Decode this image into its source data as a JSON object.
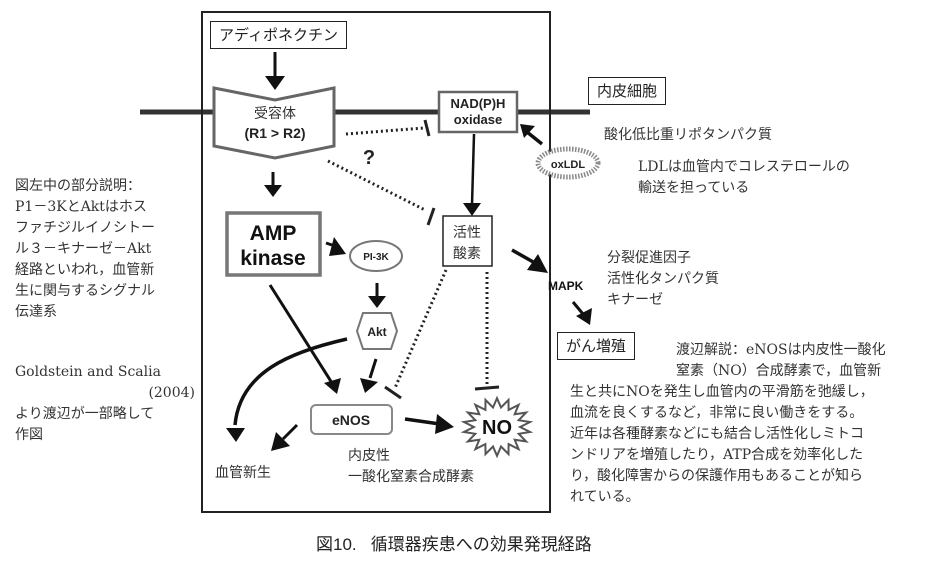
{
  "figure": {
    "caption": "図10.   循環器疾患への効果発現経路"
  },
  "diagram": {
    "nodes": {
      "adiponectin": "アディポネクチン",
      "receptor_jp": "受容体",
      "receptor_sub": "(R1 > R2)",
      "nadph_line1": "NAD(P)H",
      "nadph_line2": "oxidase",
      "endothelial_cell": "内皮細胞",
      "question_mark": "?",
      "oxldl": "oxLDL",
      "amp_line1": "AMP",
      "amp_line2": "kinase",
      "pi3k": "PI-3K",
      "akt": "Akt",
      "ros_line1": "活性",
      "ros_line2": "酸素",
      "mapk": "MAPK",
      "cancer": "がん増殖",
      "enos": "eNOS",
      "no": "NO",
      "angiogenesis": "血管新生",
      "enos_jp_line1": "内皮性",
      "enos_jp_line2": "一酸化窒素合成酵素"
    },
    "annotations": {
      "oxldl_title": "酸化低比重リポタンパク質",
      "oxldl_desc_line1": "LDLは血管内でコレステロールの",
      "oxldl_desc_line2": "輸送を担っている",
      "mapk_desc_line1": "分裂促進因子",
      "mapk_desc_line2": "活性化タンパク質",
      "mapk_desc_line3": "キナーゼ"
    }
  },
  "left_notes": {
    "explanation": [
      "図左中の部分説明：",
      "P1－3KとAktはホス",
      "ファチジルイノシトー",
      "ル３－キナーゼ－Akt",
      "経路といわれ，血管新",
      "生に関与するシグナル",
      "伝達系"
    ],
    "source": [
      "Goldstein and Scalia",
      "(2004)",
      "より渡辺が一部略して",
      "作図"
    ]
  },
  "right_notes": {
    "commentary": [
      "渡辺解説：eNOSは内皮性一酸化",
      "窒素（NO）合成酵素で，血管新",
      "生と共にNOを発生し血管内の平滑筋を弛緩し，",
      "血流を良くするなど，非常に良い働きをする。",
      "近年は各種酵素などにも結合し活性化しミトコ",
      "ンドリアを増殖したり，ATP合成を効率化した",
      "り，酸化障害からの保護作用もあることが知ら",
      "れている。"
    ]
  }
}
